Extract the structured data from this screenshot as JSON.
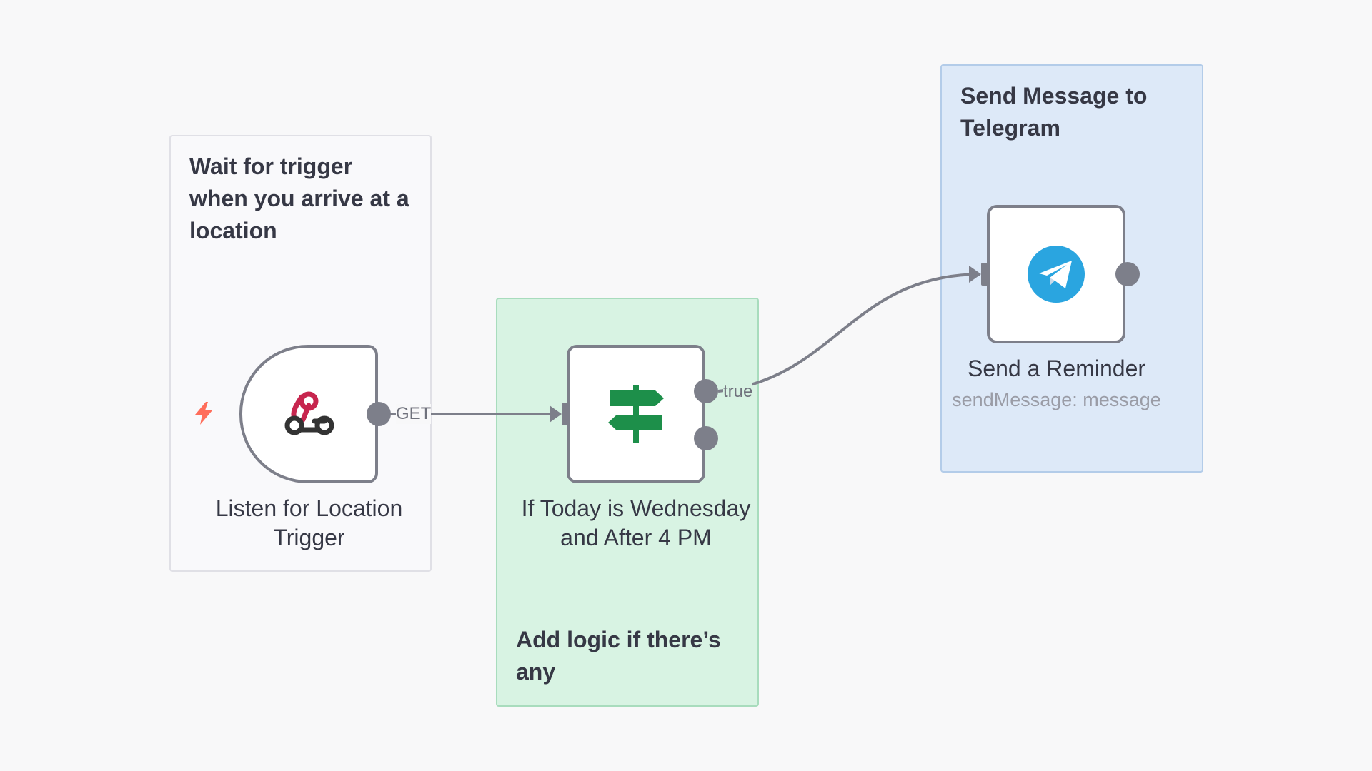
{
  "stickies": [
    {
      "text": "Wait for trigger when you arrive at a location"
    },
    {
      "text": "Add logic if there’s any"
    },
    {
      "text": "Send Message to Telegram"
    }
  ],
  "nodes": {
    "trigger": {
      "label": "Listen for Location Trigger",
      "icon": "webhook-icon",
      "output_label": "GET",
      "accent": "#ff6d5a"
    },
    "if": {
      "label": "If Today is Wednesday and After 4 PM",
      "icon": "signpost-icon",
      "output_true_label": "true",
      "accent": "#1d8f4a"
    },
    "telegram": {
      "label": "Send a Reminder",
      "subtitle": "sendMessage: message",
      "icon": "telegram-icon",
      "accent": "#2aa5e0"
    }
  }
}
